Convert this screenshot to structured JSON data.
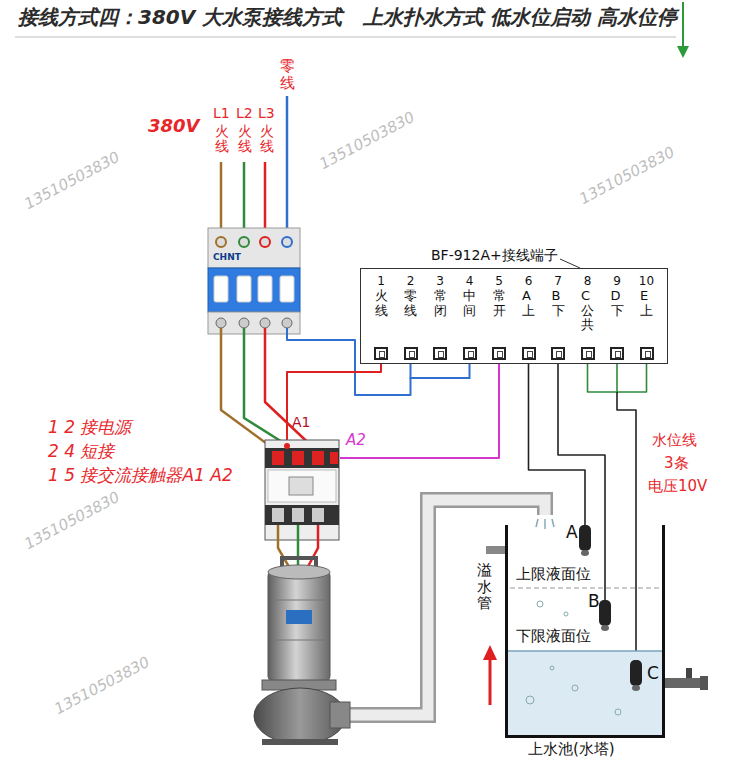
{
  "diagram": {
    "title": "接线方式四：380V 大水泵接线方式   上水扑水方式 低水位启动 高水位停",
    "nodes": [
      {
        "text": [
          "BF-912A+接线端子"
        ]
      },
      {
        "text": [
          "1",
          "火线"
        ],
        "in": 0
      },
      {
        "text": [
          "2",
          "零线"
        ],
        "in": 0
      },
      {
        "text": [
          "3",
          "常闭"
        ],
        "in": 0
      },
      {
        "text": [
          "4",
          "中间"
        ],
        "in": 0
      },
      {
        "text": [
          "5",
          "常开"
        ],
        "in": 0
      },
      {
        "text": [
          "6",
          "A上"
        ],
        "in": 0
      },
      {
        "text": [
          "7",
          "B下"
        ],
        "in": 0
      },
      {
        "text": [
          "8",
          "C公共"
        ],
        "in": 0
      },
      {
        "text": [
          "9",
          "D下"
        ],
        "in": 0
      },
      {
        "text": [
          "10",
          "E上"
        ],
        "in": 0
      },
      {
        "text": [
          "上水池(水塔)"
        ]
      }
    ],
    "edges": [
      {
        "from": 2,
        "to": 4,
        "arrow": "none"
      }
    ],
    "labels": [
      "380V",
      "L1",
      "火线",
      "L2",
      "火线",
      "L3",
      "火线",
      "零线",
      "1 2 接电源",
      "2 4 短接",
      "1 5 接交流接触器A1 A2",
      "A1",
      "A2",
      "水位线",
      "3条",
      "电压10V",
      "A",
      "B",
      "C",
      "溢水管",
      "上限液面位",
      "下限液面位",
      "13510503830",
      "13510503830",
      "13510503830",
      "13510503830",
      "13510503830",
      "CHNT"
    ]
  }
}
